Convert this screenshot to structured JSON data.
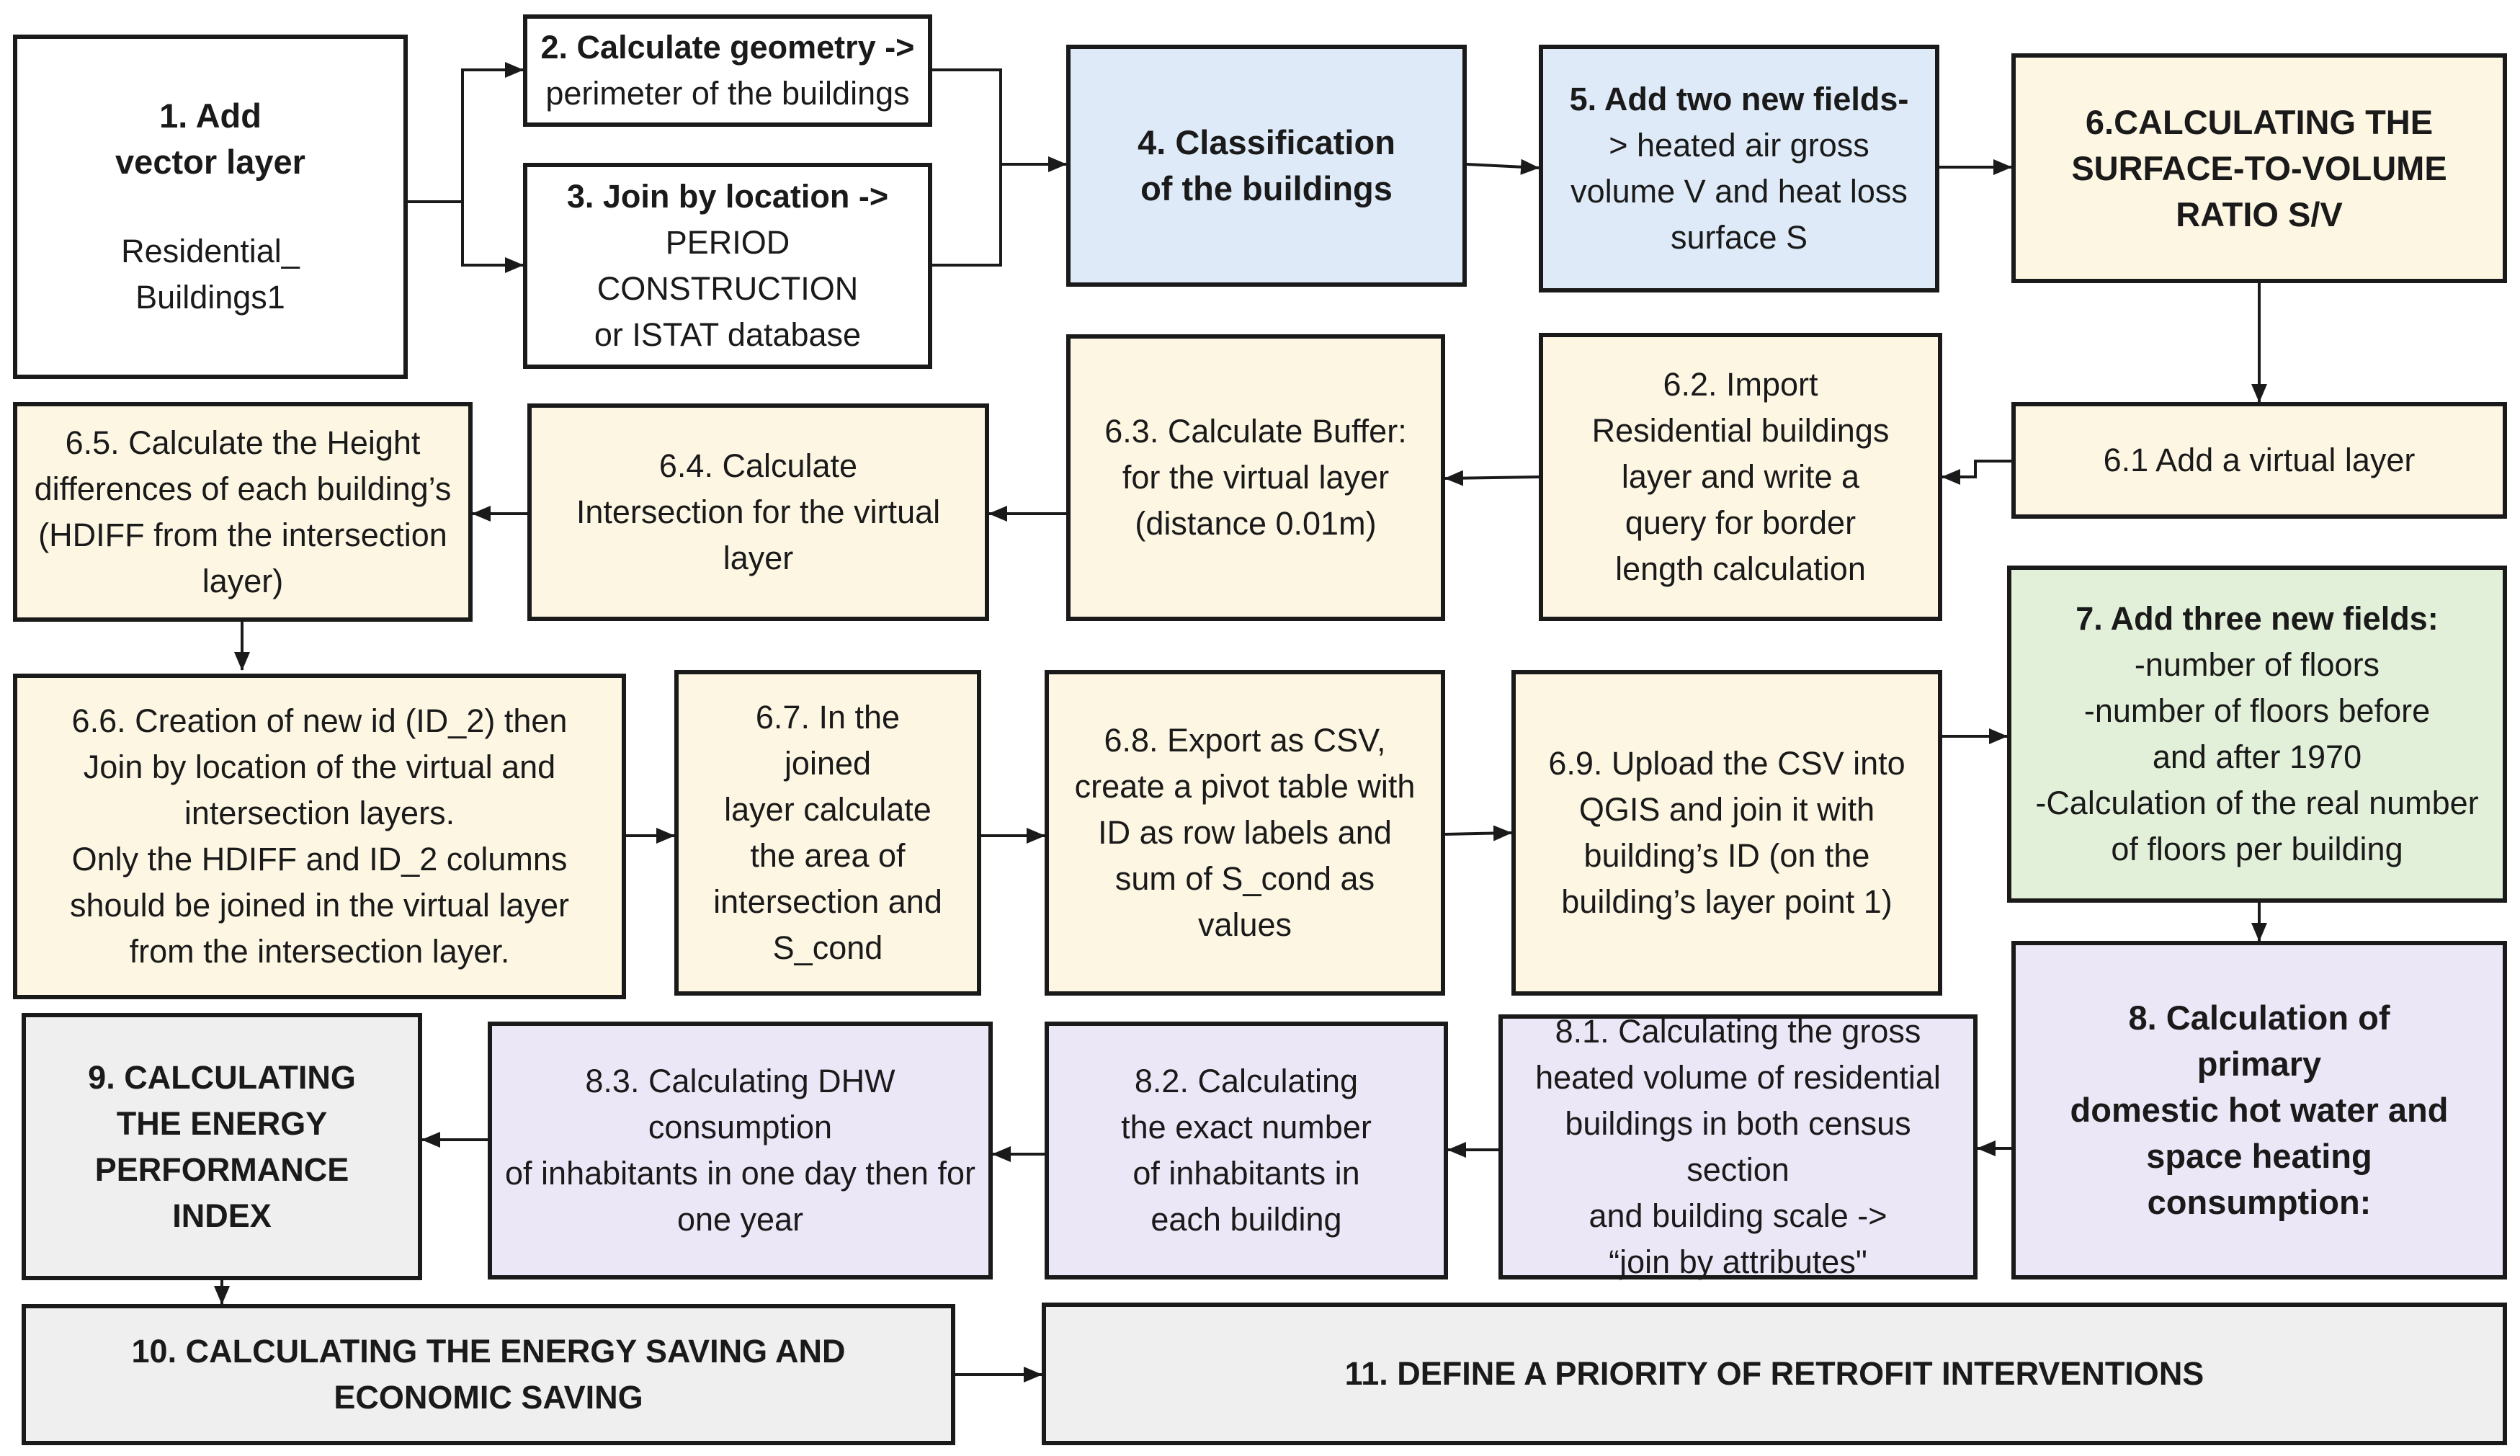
{
  "colors": {
    "white": "#ffffff",
    "blue": "#deeaf7",
    "cream": "#fdf6e3",
    "green": "#e2f0d9",
    "purple": "#ece7f7",
    "gray": "#efefef",
    "border": "#1a1a1a"
  },
  "steps": {
    "s1": {
      "title": "1. Add\nvector layer",
      "body": "Residential_\nBuildings1"
    },
    "s2": {
      "title": "2. Calculate geometry ->",
      "body": "perimeter of the buildings"
    },
    "s3": {
      "title": "3. Join by location ->",
      "body": "PERIOD\nCONSTRUCTION\nor ISTAT database"
    },
    "s4": {
      "title": "4. Classification\nof the buildings"
    },
    "s5": {
      "title": "5. Add two new fields-",
      "body": "> heated air gross\nvolume V and heat loss\nsurface S"
    },
    "s6": {
      "title": "6.CALCULATING THE\nSURFACE-TO-VOLUME\nRATIO S/V"
    },
    "s6_1": {
      "body": "6.1 Add a virtual layer"
    },
    "s6_2": {
      "body": "6.2. Import\nResidential buildings\nlayer and write a\nquery for border\nlength calculation"
    },
    "s6_3": {
      "body": "6.3. Calculate Buffer:\nfor the virtual layer\n(distance 0.01m)"
    },
    "s6_4": {
      "body": "6.4. Calculate\nIntersection for the virtual\nlayer"
    },
    "s6_5": {
      "body": "6.5. Calculate the Height\ndifferences of each building’s\n(HDIFF from the intersection\nlayer)"
    },
    "s6_6": {
      "body": "6.6. Creation of new id (ID_2) then\nJoin by location of the virtual and\nintersection layers.\nOnly the HDIFF and ID_2 columns\nshould be joined in the virtual layer\nfrom the intersection layer."
    },
    "s6_7": {
      "body": "6.7. In the\njoined\nlayer calculate\nthe area of\nintersection and\nS_cond"
    },
    "s6_8": {
      "body": "6.8. Export as CSV,\ncreate a pivot table with\nID as row labels and\nsum of  S_cond as\nvalues"
    },
    "s6_9": {
      "body": "6.9. Upload the CSV into\nQGIS and join it with\nbuilding’s ID (on the\nbuilding’s layer point 1)"
    },
    "s7": {
      "title": "7. Add three new fields:",
      "body": "-number of floors\n-number of floors before\nand after 1970\n-Calculation of the real number\nof floors per building"
    },
    "s8": {
      "title": "8. Calculation of\nprimary\ndomestic hot water and\nspace heating\nconsumption:"
    },
    "s8_1": {
      "body": "8.1. Calculating the gross\nheated volume of residential\nbuildings in both census section\nand building scale ->\n“join by attributes\""
    },
    "s8_2": {
      "body": "8.2. Calculating\nthe exact number\nof inhabitants in\neach building"
    },
    "s8_3": {
      "body": "8.3. Calculating DHW\nconsumption\nof inhabitants in one day then for\none year"
    },
    "s9": {
      "title": "9. CALCULATING\nTHE ENERGY\nPERFORMANCE\nINDEX"
    },
    "s10": {
      "title": "10. CALCULATING THE ENERGY SAVING AND\nECONOMIC SAVING"
    },
    "s11": {
      "title": "11. DEFINE A PRIORITY OF RETROFIT INTERVENTIONS"
    }
  }
}
